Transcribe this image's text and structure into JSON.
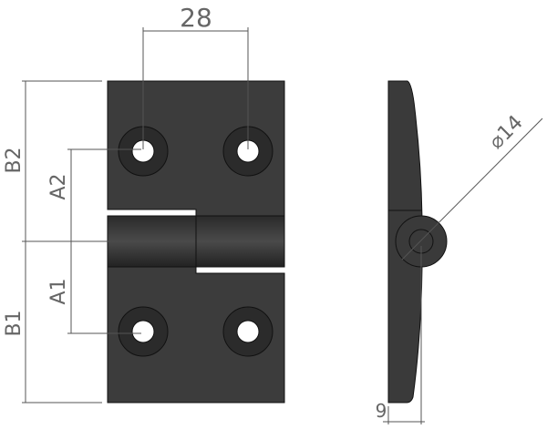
{
  "drawing": {
    "front_view": {
      "hole_spacing_label": "28",
      "dim_b2": "B2",
      "dim_b1": "B1",
      "dim_a2": "A2",
      "dim_a1": "A1"
    },
    "side_view": {
      "diameter_label": "⌀14",
      "thickness_label": "9"
    },
    "colors": {
      "body": "#3a3a3a",
      "outline": "#111111",
      "dimension": "#555555"
    }
  }
}
